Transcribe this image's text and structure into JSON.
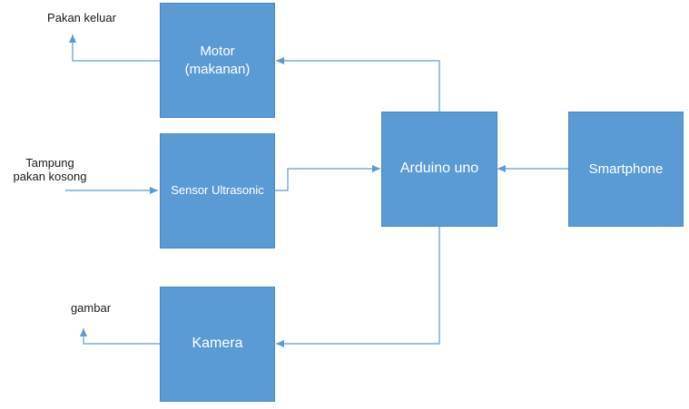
{
  "blocks": {
    "motor": "Motor\n(makanan)",
    "sensor": "Sensor Ultrasonic",
    "kamera": "Kamera",
    "arduino": "Arduino uno",
    "smartphone": "Smartphone"
  },
  "labels": {
    "pakan_keluar": "Pakan keluar",
    "tampung": "Tampung\npakan kosong",
    "gambar": "gambar"
  },
  "colors": {
    "block_fill": "#5b9bd5",
    "connector": "#5b9bd5"
  }
}
